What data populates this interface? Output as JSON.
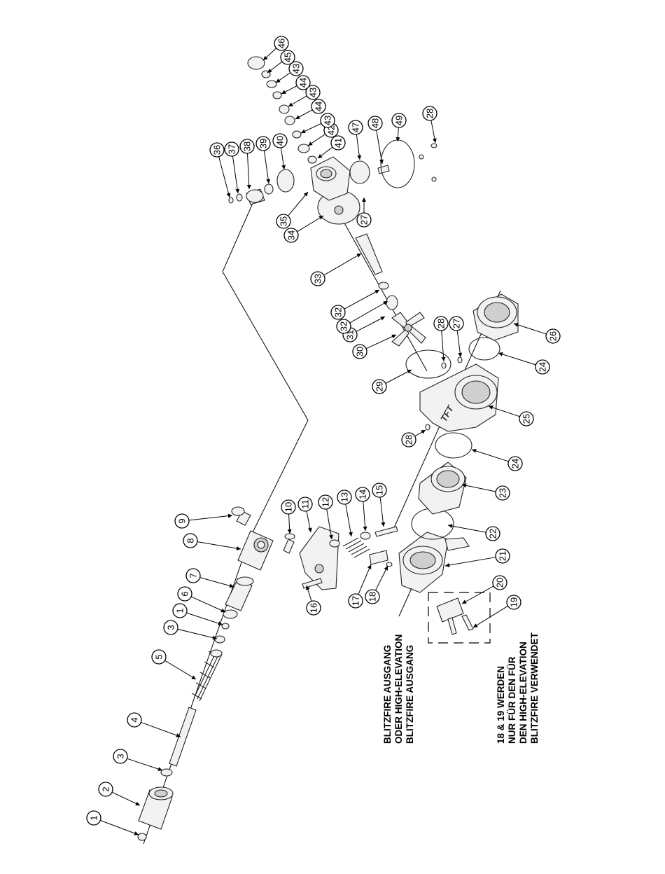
{
  "diagram": {
    "callouts": [
      {
        "id": "c1a",
        "label": "1"
      },
      {
        "id": "c2",
        "label": "2"
      },
      {
        "id": "c3a",
        "label": "3"
      },
      {
        "id": "c4",
        "label": "4"
      },
      {
        "id": "c5",
        "label": "5"
      },
      {
        "id": "c3b",
        "label": "3"
      },
      {
        "id": "c1b",
        "label": "1"
      },
      {
        "id": "c6",
        "label": "6"
      },
      {
        "id": "c7",
        "label": "7"
      },
      {
        "id": "c8",
        "label": "8"
      },
      {
        "id": "c9",
        "label": "9"
      },
      {
        "id": "c10",
        "label": "10"
      },
      {
        "id": "c11",
        "label": "11"
      },
      {
        "id": "c12",
        "label": "12"
      },
      {
        "id": "c13",
        "label": "13"
      },
      {
        "id": "c14",
        "label": "14"
      },
      {
        "id": "c15",
        "label": "15"
      },
      {
        "id": "c16",
        "label": "16"
      },
      {
        "id": "c17",
        "label": "17"
      },
      {
        "id": "c18",
        "label": "18"
      },
      {
        "id": "c19",
        "label": "19"
      },
      {
        "id": "c20",
        "label": "20"
      },
      {
        "id": "c21",
        "label": "21"
      },
      {
        "id": "c22",
        "label": "22"
      },
      {
        "id": "c23",
        "label": "23"
      },
      {
        "id": "c24a",
        "label": "24"
      },
      {
        "id": "c24b",
        "label": "24"
      },
      {
        "id": "c25",
        "label": "25"
      },
      {
        "id": "c26",
        "label": "26"
      },
      {
        "id": "c27a",
        "label": "27"
      },
      {
        "id": "c27b",
        "label": "27"
      },
      {
        "id": "c28a",
        "label": "28"
      },
      {
        "id": "c28b",
        "label": "28"
      },
      {
        "id": "c28c",
        "label": "28"
      },
      {
        "id": "c29",
        "label": "29"
      },
      {
        "id": "c30",
        "label": "30"
      },
      {
        "id": "c31",
        "label": "31"
      },
      {
        "id": "c32a",
        "label": "32"
      },
      {
        "id": "c32b",
        "label": "32"
      },
      {
        "id": "c33",
        "label": "33"
      },
      {
        "id": "c34",
        "label": "34"
      },
      {
        "id": "c35",
        "label": "35"
      },
      {
        "id": "c36",
        "label": "36"
      },
      {
        "id": "c37",
        "label": "37"
      },
      {
        "id": "c38",
        "label": "38"
      },
      {
        "id": "c39",
        "label": "39"
      },
      {
        "id": "c40",
        "label": "40"
      },
      {
        "id": "c41",
        "label": "41"
      },
      {
        "id": "c42",
        "label": "42"
      },
      {
        "id": "c43a",
        "label": "43"
      },
      {
        "id": "c44a",
        "label": "44"
      },
      {
        "id": "c43b",
        "label": "43"
      },
      {
        "id": "c44b",
        "label": "44"
      },
      {
        "id": "c43c",
        "label": "43"
      },
      {
        "id": "c45",
        "label": "45"
      },
      {
        "id": "c46",
        "label": "46"
      },
      {
        "id": "c47",
        "label": "47"
      },
      {
        "id": "c48",
        "label": "48"
      },
      {
        "id": "c49",
        "label": "49"
      }
    ],
    "notes": {
      "outlet_note": [
        "BLITZFIRE AUSGANG",
        "ODER HIGH-ELEVATION",
        "BLITZFIRE AUSGANG"
      ],
      "elevation_note": [
        "18 & 19 WERDEN",
        "NUR FÜR DEN FÜR",
        "DEN HIGH-ELEVATION",
        "BLITZFIRE VERWENDET"
      ]
    },
    "logo_text": "TFT"
  }
}
